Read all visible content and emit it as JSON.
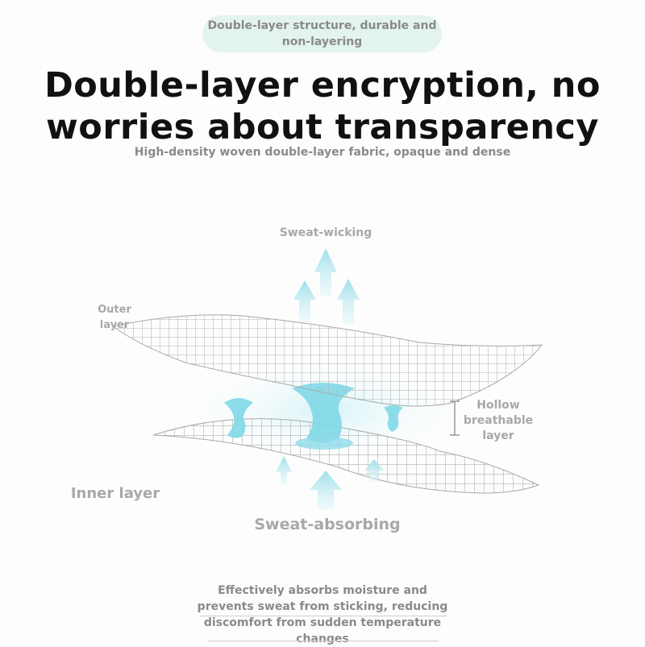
{
  "header": {
    "pill_line1": "Double-layer structure, durable and",
    "pill_line2": "non-layering",
    "title_line1": "Double-layer encryption, no",
    "title_line2": "worries about transparency",
    "subtitle": "High-density woven double-layer fabric, opaque and dense"
  },
  "diagram": {
    "sweat_wicking": "Sweat-wicking",
    "outer_layer_line1": "Outer",
    "outer_layer_line2": "layer",
    "hollow_line1": "Hollow",
    "hollow_line2": "breathable",
    "hollow_line3": "layer",
    "inner_layer": "Inner layer",
    "sweat_absorbing": "Sweat-absorbing"
  },
  "footer": {
    "line1": "Effectively absorbs moisture and",
    "line2": "prevents sweat from sticking, reducing",
    "line3": "discomfort from sudden temperature",
    "line4": "changes"
  },
  "colors": {
    "pill_bg": "#e3f4ee",
    "mesh": "#b0b0b0",
    "water": "#7fd8e8",
    "arrow": "#bfe9f0"
  }
}
